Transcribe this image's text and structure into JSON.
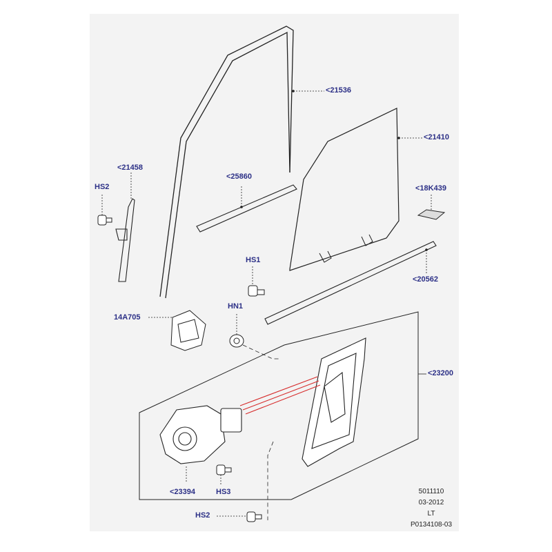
{
  "colors": {
    "background": "#ffffff",
    "panel": "#f3f3f3",
    "callout_text": "#2b2f86",
    "line": "#222222",
    "accent_red": "#d62a2a"
  },
  "callouts": {
    "c21536": "<21536",
    "c21410": "<21410",
    "c21458": "<21458",
    "c25860": "<25860",
    "c18K439": "<18K439",
    "cHS2_top": "HS2",
    "cHS1": "HS1",
    "c20562": "<20562",
    "c14A705": "14A705",
    "cHN1": "HN1",
    "c23200": "<23200",
    "c23394": "<23394",
    "cHS3": "HS3",
    "cHS2_bottom": "HS2"
  },
  "meta": {
    "line1": "5011110",
    "line2": "03-2012",
    "line3": "LT",
    "line4": "P0134108-03"
  }
}
